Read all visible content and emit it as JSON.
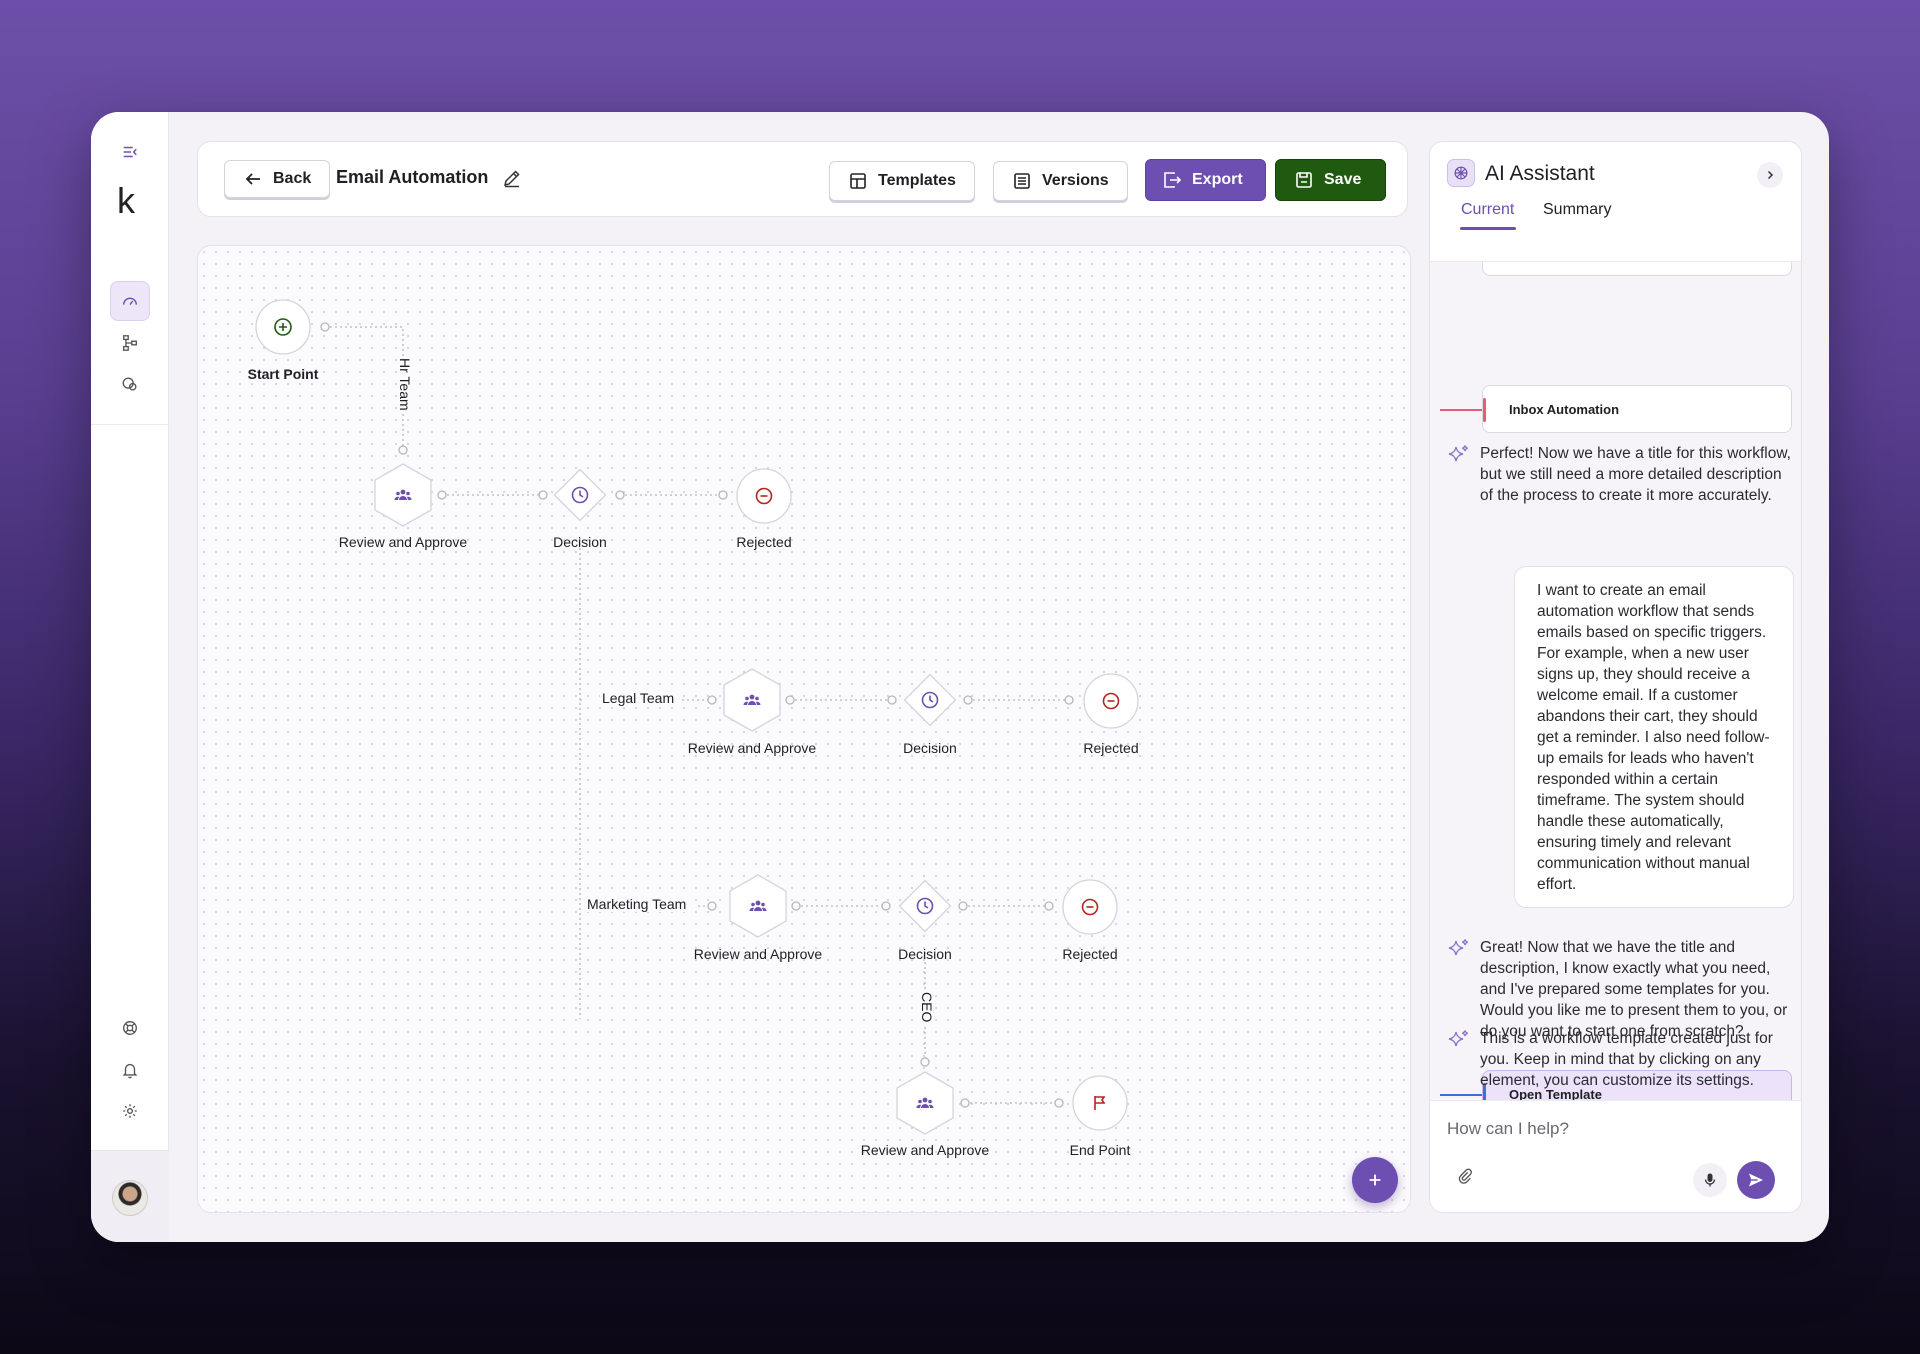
{
  "app": {
    "logo_letter": "k"
  },
  "toolbar": {
    "back_label": "Back",
    "title": "Email Automation",
    "templates_label": "Templates",
    "versions_label": "Versions",
    "export_label": "Export",
    "save_label": "Save"
  },
  "workflow": {
    "nodes": {
      "start": "Start Point",
      "review_1": "Review and Approve",
      "decision_1": "Decision",
      "rejected_1": "Rejected",
      "review_2": "Review and Approve",
      "decision_2": "Decision",
      "rejected_2": "Rejected",
      "review_3": "Review and Approve",
      "decision_3": "Decision",
      "rejected_3": "Rejected",
      "review_4": "Review and Approve",
      "end": "End Point"
    },
    "edges": {
      "hr_team": "Hr Team",
      "legal_team": "Legal Team",
      "marketing_team": "Marketing Team",
      "ceo": "CEO"
    }
  },
  "assistant": {
    "title": "AI Assistant",
    "tabs": [
      "Current",
      "Summary"
    ],
    "active_tab": "Current",
    "pill_inbox": "Inbox Automation",
    "msg_1": "Perfect! Now we have a title for this workflow, but we still need a more detailed description of the process to create it more accurately.",
    "user_msg": "I want to create an email automation workflow that sends emails based on specific triggers. For example, when a new user signs up, they should receive a welcome email. If a customer abandons their cart, they should get a reminder. I also need follow-up emails for leads who haven't responded within a certain timeframe. The system should handle these automatically, ensuring timely and relevant communication without manual effort.",
    "msg_2": "Great! Now that we have the title and description, I know exactly what you need, and I've prepared some templates for you. Would you like me to present them to you, or do you want to start one from scratch?",
    "pill_open": "Open Template",
    "msg_3": "This is a workflow template created just for you. Keep in mind that by clicking on any element, you can customize its settings.",
    "input_placeholder": "How can I help?"
  },
  "colors": {
    "accent": "#6d4fb1",
    "save": "#1f5a10",
    "reject": "#b3261e",
    "pill_pink": "#e0607a",
    "pill_blue": "#3d6fd8",
    "pill_active_bg": "#ece3fb"
  },
  "icons": [
    "menu-collapse-icon",
    "dashboard-icon",
    "flow-icon",
    "integrations-icon",
    "support-icon",
    "bell-icon",
    "gear-icon",
    "arrow-left-icon",
    "pencil-icon",
    "templates-icon",
    "list-icon",
    "export-icon",
    "save-icon",
    "plus-icon",
    "group-icon",
    "clock-icon",
    "minus-circle-icon",
    "flag-icon",
    "sparkle-icon",
    "paperclip-icon",
    "mic-icon",
    "send-icon",
    "chevron-right-icon"
  ]
}
